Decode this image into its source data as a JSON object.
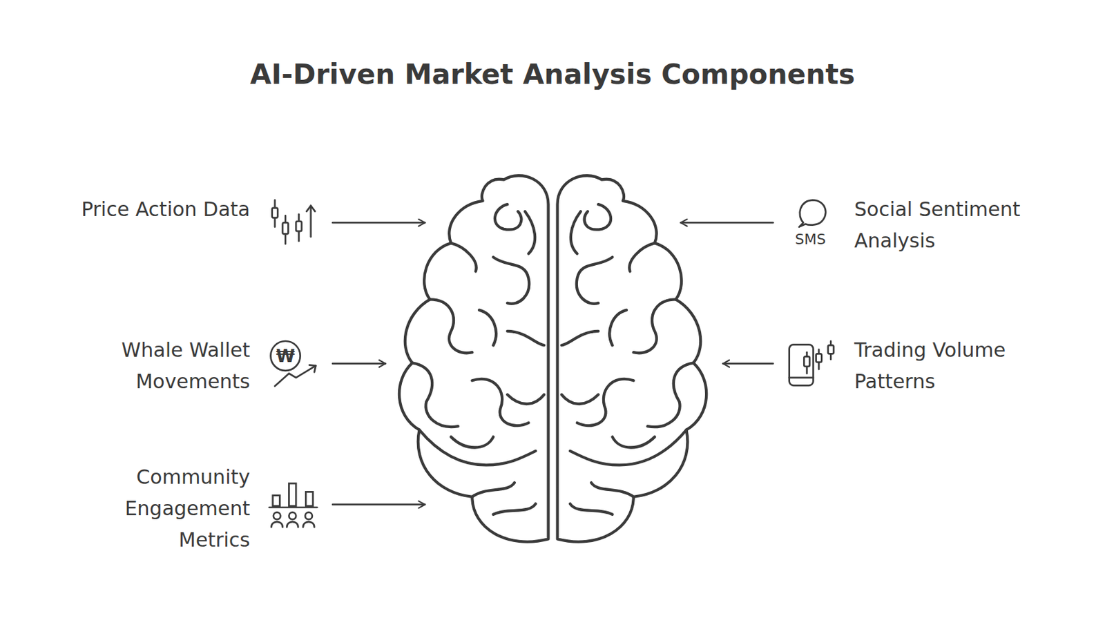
{
  "diagram": {
    "title": "AI-Driven Market Analysis Components",
    "labels": [
      "Price Action Data",
      "Social Sentiment Analysis",
      "SMS",
      "₩",
      "Whale Wallet Movements",
      "Trading Volume Patterns",
      "Community Engagement Metrics"
    ]
  }
}
